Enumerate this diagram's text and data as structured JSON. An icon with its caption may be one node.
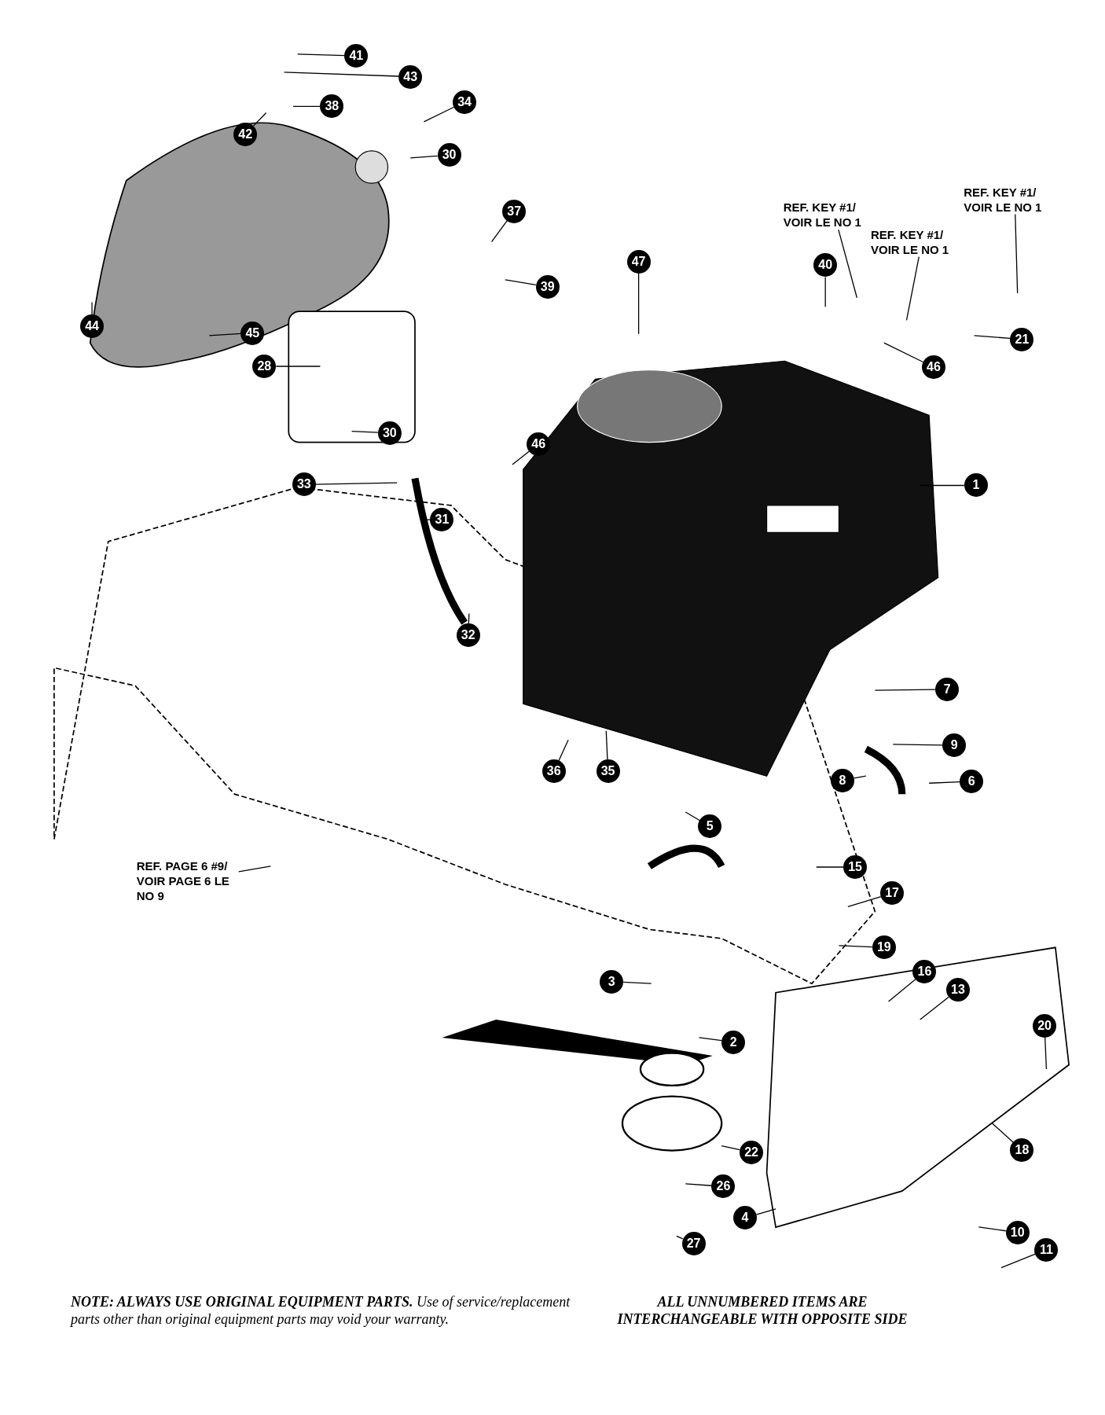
{
  "diagram": {
    "nodes": [
      {
        "text": [
          "41"
        ]
      },
      {
        "text": [
          "43"
        ]
      },
      {
        "text": [
          "34"
        ]
      },
      {
        "text": [
          "38"
        ]
      },
      {
        "text": [
          "42"
        ]
      },
      {
        "text": [
          "30"
        ]
      },
      {
        "text": [
          "REF. KEY #1/ VOIR LE NO 1"
        ]
      },
      {
        "text": [
          "37"
        ]
      },
      {
        "text": [
          "REF. KEY #1/ VOIR LE NO 1"
        ]
      },
      {
        "text": [
          "REF. KEY #1/ VOIR LE NO 1"
        ]
      },
      {
        "text": [
          "47"
        ]
      },
      {
        "text": [
          "40"
        ]
      },
      {
        "text": [
          "39"
        ]
      },
      {
        "text": [
          "44"
        ]
      },
      {
        "text": [
          "45"
        ]
      },
      {
        "text": [
          "21"
        ]
      },
      {
        "text": [
          "28"
        ]
      },
      {
        "text": [
          "46"
        ]
      },
      {
        "text": [
          "30"
        ]
      },
      {
        "text": [
          "46"
        ]
      },
      {
        "text": [
          "33"
        ]
      },
      {
        "text": [
          "1"
        ]
      },
      {
        "text": [
          "31"
        ]
      },
      {
        "text": [
          "32"
        ]
      },
      {
        "text": [
          "7"
        ]
      },
      {
        "text": [
          "9"
        ]
      },
      {
        "text": [
          "36"
        ]
      },
      {
        "text": [
          "35"
        ]
      },
      {
        "text": [
          "8"
        ]
      },
      {
        "text": [
          "6"
        ]
      },
      {
        "text": [
          "5"
        ]
      },
      {
        "text": [
          "15"
        ]
      },
      {
        "text": [
          "REF. PAGE 6 #9/ VOIR PAGE 6 LE NO 9"
        ]
      },
      {
        "text": [
          "17"
        ]
      },
      {
        "text": [
          "19"
        ]
      },
      {
        "text": [
          "16"
        ]
      },
      {
        "text": [
          "3"
        ]
      },
      {
        "text": [
          "13"
        ]
      },
      {
        "text": [
          "20"
        ]
      },
      {
        "text": [
          "2"
        ]
      },
      {
        "text": [
          "18"
        ]
      },
      {
        "text": [
          "22"
        ]
      },
      {
        "text": [
          "26"
        ]
      },
      {
        "text": [
          "4"
        ]
      },
      {
        "text": [
          "10"
        ]
      },
      {
        "text": [
          "27"
        ]
      },
      {
        "text": [
          "11"
        ]
      }
    ],
    "edges": [
      {
        "from": 0,
        "to": null,
        "arrow": "none"
      },
      {
        "from": 1,
        "to": null,
        "arrow": "none"
      },
      {
        "from": 2,
        "to": null,
        "arrow": "none"
      },
      {
        "from": 3,
        "to": null,
        "arrow": "none"
      },
      {
        "from": 4,
        "to": null,
        "arrow": "none"
      },
      {
        "from": 5,
        "to": null,
        "arrow": "none"
      },
      {
        "from": 6,
        "to": null,
        "arrow": "none"
      },
      {
        "from": 7,
        "to": null,
        "arrow": "none"
      },
      {
        "from": 8,
        "to": null,
        "arrow": "none"
      },
      {
        "from": 9,
        "to": null,
        "arrow": "none"
      },
      {
        "from": 10,
        "to": null,
        "arrow": "none"
      },
      {
        "from": 11,
        "to": null,
        "arrow": "none"
      },
      {
        "from": 12,
        "to": null,
        "arrow": "none"
      },
      {
        "from": 13,
        "to": null,
        "arrow": "none"
      },
      {
        "from": 14,
        "to": null,
        "arrow": "none"
      },
      {
        "from": 15,
        "to": null,
        "arrow": "none"
      },
      {
        "from": 16,
        "to": null,
        "arrow": "none"
      },
      {
        "from": 17,
        "to": null,
        "arrow": "none"
      },
      {
        "from": 18,
        "to": null,
        "arrow": "none"
      },
      {
        "from": 19,
        "to": null,
        "arrow": "none"
      },
      {
        "from": 20,
        "to": null,
        "arrow": "none"
      },
      {
        "from": 21,
        "to": null,
        "arrow": "none"
      },
      {
        "from": 22,
        "to": null,
        "arrow": "none"
      },
      {
        "from": 23,
        "to": null,
        "arrow": "none"
      },
      {
        "from": 24,
        "to": null,
        "arrow": "none"
      },
      {
        "from": 25,
        "to": null,
        "arrow": "none"
      },
      {
        "from": 26,
        "to": null,
        "arrow": "none"
      },
      {
        "from": 27,
        "to": null,
        "arrow": "none"
      },
      {
        "from": 28,
        "to": null,
        "arrow": "none"
      },
      {
        "from": 29,
        "to": null,
        "arrow": "none"
      },
      {
        "from": 30,
        "to": null,
        "arrow": "none"
      },
      {
        "from": 31,
        "to": null,
        "arrow": "none"
      },
      {
        "from": 32,
        "to": null,
        "arrow": "none"
      },
      {
        "from": 33,
        "to": null,
        "arrow": "none"
      },
      {
        "from": 34,
        "to": null,
        "arrow": "none"
      },
      {
        "from": 35,
        "to": null,
        "arrow": "none"
      },
      {
        "from": 36,
        "to": null,
        "arrow": "none"
      },
      {
        "from": 37,
        "to": null,
        "arrow": "none"
      },
      {
        "from": 38,
        "to": null,
        "arrow": "none"
      },
      {
        "from": 39,
        "to": null,
        "arrow": "none"
      },
      {
        "from": 40,
        "to": null,
        "arrow": "none"
      },
      {
        "from": 41,
        "to": null,
        "arrow": "none"
      },
      {
        "from": 42,
        "to": null,
        "arrow": "none"
      },
      {
        "from": 43,
        "to": null,
        "arrow": "none"
      },
      {
        "from": 44,
        "to": null,
        "arrow": "none"
      },
      {
        "from": 45,
        "to": null,
        "arrow": "none"
      },
      {
        "from": 46,
        "to": null,
        "arrow": "none"
      }
    ],
    "labels": [
      "**NOTE: ALWAYS USE ORIGINAL EQUIPMENT PARTS.** Use of service/replacement parts other than original equipment parts may void your warranty.",
      "ALL UNNUMBERED ITEMS ARE INTERCHANGEABLE WITH OPPOSITE SIDE"
    ]
  }
}
